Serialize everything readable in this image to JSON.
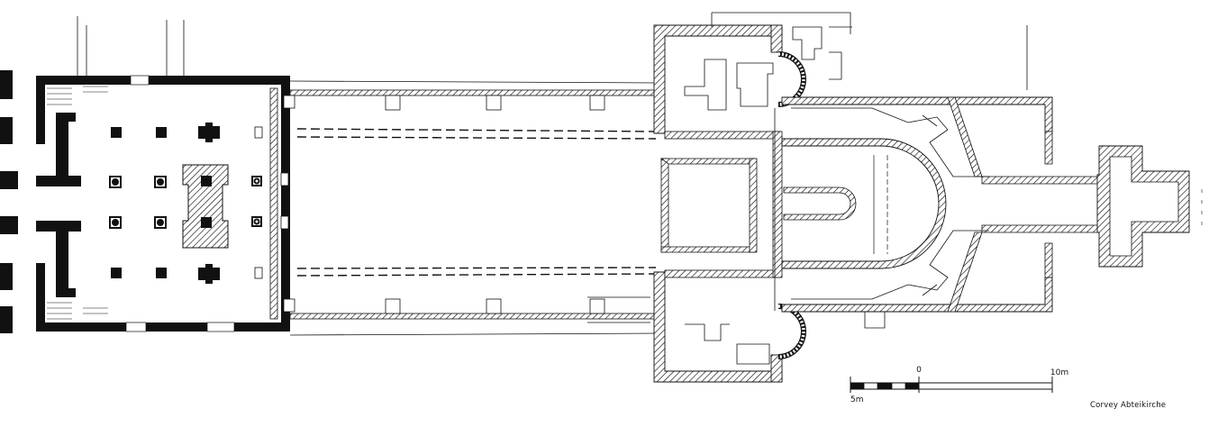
{
  "scale_bar": {
    "label_zero": "0",
    "label_left": "5m",
    "label_right": "10m"
  },
  "caption": "Corvey Abteikirche",
  "colors": {
    "ink": "#111111",
    "paper": "#ffffff",
    "hatch": "#111111"
  },
  "drawing_type": "architectural ground plan"
}
